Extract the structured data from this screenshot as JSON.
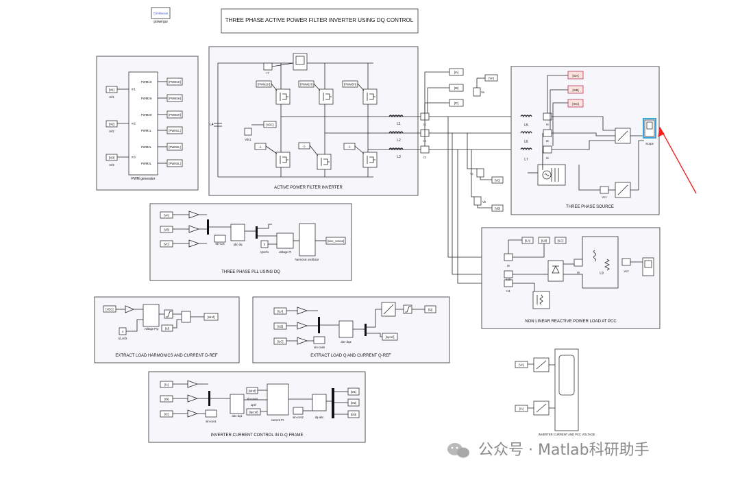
{
  "header": {
    "powergui_label": "Continuous",
    "powergui_caption": "powergui",
    "model_title": "THREE PHASE ACTIVE POWER FILTER INVERTER USING DQ CONTROL"
  },
  "subsystems": {
    "pwm": {
      "caption": "PWM generator",
      "inputs": [
        "[M1]",
        "[M2]",
        "[M3]"
      ],
      "input_captions": [
        "ref1",
        "ref2",
        "ref3"
      ],
      "ports_in": [
        "m1",
        "m2",
        "m3"
      ],
      "ports_out": [
        "PWM1H",
        "PWM2H",
        "PWM3H",
        "PWM1L",
        "PWM2L",
        "PWM3L"
      ],
      "outputs": [
        "[PWM1H]",
        "[PWM2H]",
        "[PWM3H]",
        "[PWM1L]",
        "[PWM2L]",
        "[PWM3L]"
      ]
    },
    "inverter": {
      "title": "ACTIVE POWER FILTER INVERTER",
      "gate_tags": [
        "[PWM1H]",
        "[PWM2H]",
        "[PWM3H]"
      ],
      "not_tags": [
        "-1-",
        "-1-",
        "-1-"
      ],
      "labels": {
        "L1": "L1",
        "L2": "L2",
        "L3": "L3",
        "L4": "L4",
        "I7": "I7",
        "Vdc1": "Vdc1",
        "vdc_tag": "[VDC]",
        "I1": "I1",
        "I2": "I2",
        "I3": "I3"
      }
    },
    "source": {
      "title": "THREE PHASE SOURCE",
      "tags": [
        "[IA]",
        "[IB]",
        "[IC]",
        "[VA]",
        "[VC]",
        "[VB]",
        "[ISA]",
        "[ISB]",
        "[ISC]"
      ],
      "labels": {
        "L5": "L5",
        "L6": "L6",
        "L7": "L7",
        "I4": "I4",
        "I5": "I5",
        "I6": "I6",
        "Va": "Va",
        "Vb": "Vb",
        "Vc": "Vc",
        "Vc1": "Vc1",
        "scope": "Scope"
      }
    },
    "load": {
      "title": "NON LINEAR REACTIVE POWER LOAD AT PCC",
      "tags": [
        "[ILA]",
        "[ILB]",
        "[ILC]"
      ],
      "labels": {
        "I8": "I8",
        "L9": "L9",
        "Vc2": "Vc2",
        "I9": "I9",
        "I10": "I10",
        "I11": "I11"
      }
    },
    "pll": {
      "title": "THREE PHASE PLL USING DQ",
      "inputs": [
        "[VA]",
        "[VB]",
        "[VC]"
      ],
      "blocks": {
        "sincos": "sin-cos",
        "abcdq": "abc-dq",
        "vpref": "Vpref1",
        "vpi": "voltage PI",
        "osc": "harmonic oscillator",
        "const": "0"
      },
      "output": "[sine_cosine]"
    },
    "dref": {
      "title": "EXTRACT LOAD HARMONICS AND CURRENT D-REF",
      "inputs": [
        "[VDC]"
      ],
      "const": "4",
      "const_caption": "Id_ref2",
      "pi_caption": "voltage PQ",
      "tags": [
        "[Id]",
        "[Idref]"
      ]
    },
    "qref": {
      "title": "EXTRACT LOAD Q AND CURRENT Q-REF",
      "inputs": [
        "[ILA]",
        "[ILB]",
        "[ILC]"
      ],
      "captions": {
        "sincos": "sin-cos8",
        "abcdq": "abc-dq3"
      },
      "tags": [
        "[Iq]",
        "[Iqcref]"
      ]
    },
    "icontrol": {
      "title": "INVERTER CURRENT CONTROL IN D-Q FRAME",
      "inputs": [
        "[IA]",
        "[IB]",
        "[IC]"
      ],
      "refs": [
        "[Idref]",
        "[Iqcref]"
      ],
      "captions": {
        "sincos1": "sin-cos1",
        "abcdq": "abc-dq1",
        "sincos3": "sin-cos3",
        "pi": "current PI",
        "sincos2": "sin-cos2",
        "dqabc": "dq-abc",
        "iqref": "iqref"
      },
      "outputs": [
        "[M1]",
        "[M2]",
        "[M3]"
      ]
    },
    "pcc": {
      "inputs": [
        "[VA]",
        "[IA]"
      ],
      "caption": "INVERTER CURRENT AND PCC VOLTAGE"
    }
  },
  "watermark": "公众号 · Matlab科研助手",
  "colors": {
    "highlight": "#3aa5d6",
    "arrow": "#e22222",
    "subsystem": "#f7f6fb",
    "tag_red": "#fce3dc"
  }
}
